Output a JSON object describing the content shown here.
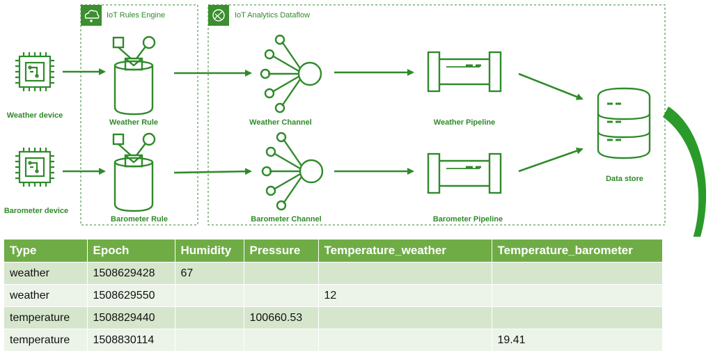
{
  "groups": {
    "rules_engine": "IoT Rules Engine",
    "analytics_dataflow": "IoT Analytics Dataflow"
  },
  "nodes": {
    "weather_device": "Weather device",
    "barometer_device": "Barometer device",
    "weather_rule": "Weather Rule",
    "barometer_rule": "Barometer Rule",
    "weather_channel": "Weather Channel",
    "barometer_channel": "Barometer Channel",
    "weather_pipeline": "Weather Pipeline",
    "barometer_pipeline": "Barometer Pipeline",
    "data_store": "Data store"
  },
  "icons": {
    "device": "iot-device-chip-icon",
    "rule": "iot-rule-icon",
    "channel": "iot-analytics-channel-icon",
    "pipeline": "iot-analytics-pipeline-icon",
    "data_store": "database-icon",
    "rules_engine": "iot-rules-engine-cloud-icon",
    "analytics": "iot-analytics-icon"
  },
  "colors": {
    "accent": "#2f8a2a",
    "table_header": "#6fac46",
    "row_odd": "#d6e6cd",
    "row_even": "#ecf3e8"
  },
  "table": {
    "headers": [
      "Type",
      "Epoch",
      "Humidity",
      "Pressure",
      "Temperature_weather",
      "Temperature_barometer"
    ],
    "rows": [
      [
        "weather",
        "1508629428",
        "67",
        "",
        "",
        ""
      ],
      [
        "weather",
        "1508629550",
        "",
        "",
        "12",
        ""
      ],
      [
        "temperature",
        "1508829440",
        "",
        "100660.53",
        "",
        ""
      ],
      [
        "temperature",
        "1508830114",
        "",
        "",
        "",
        "19.41"
      ]
    ]
  }
}
